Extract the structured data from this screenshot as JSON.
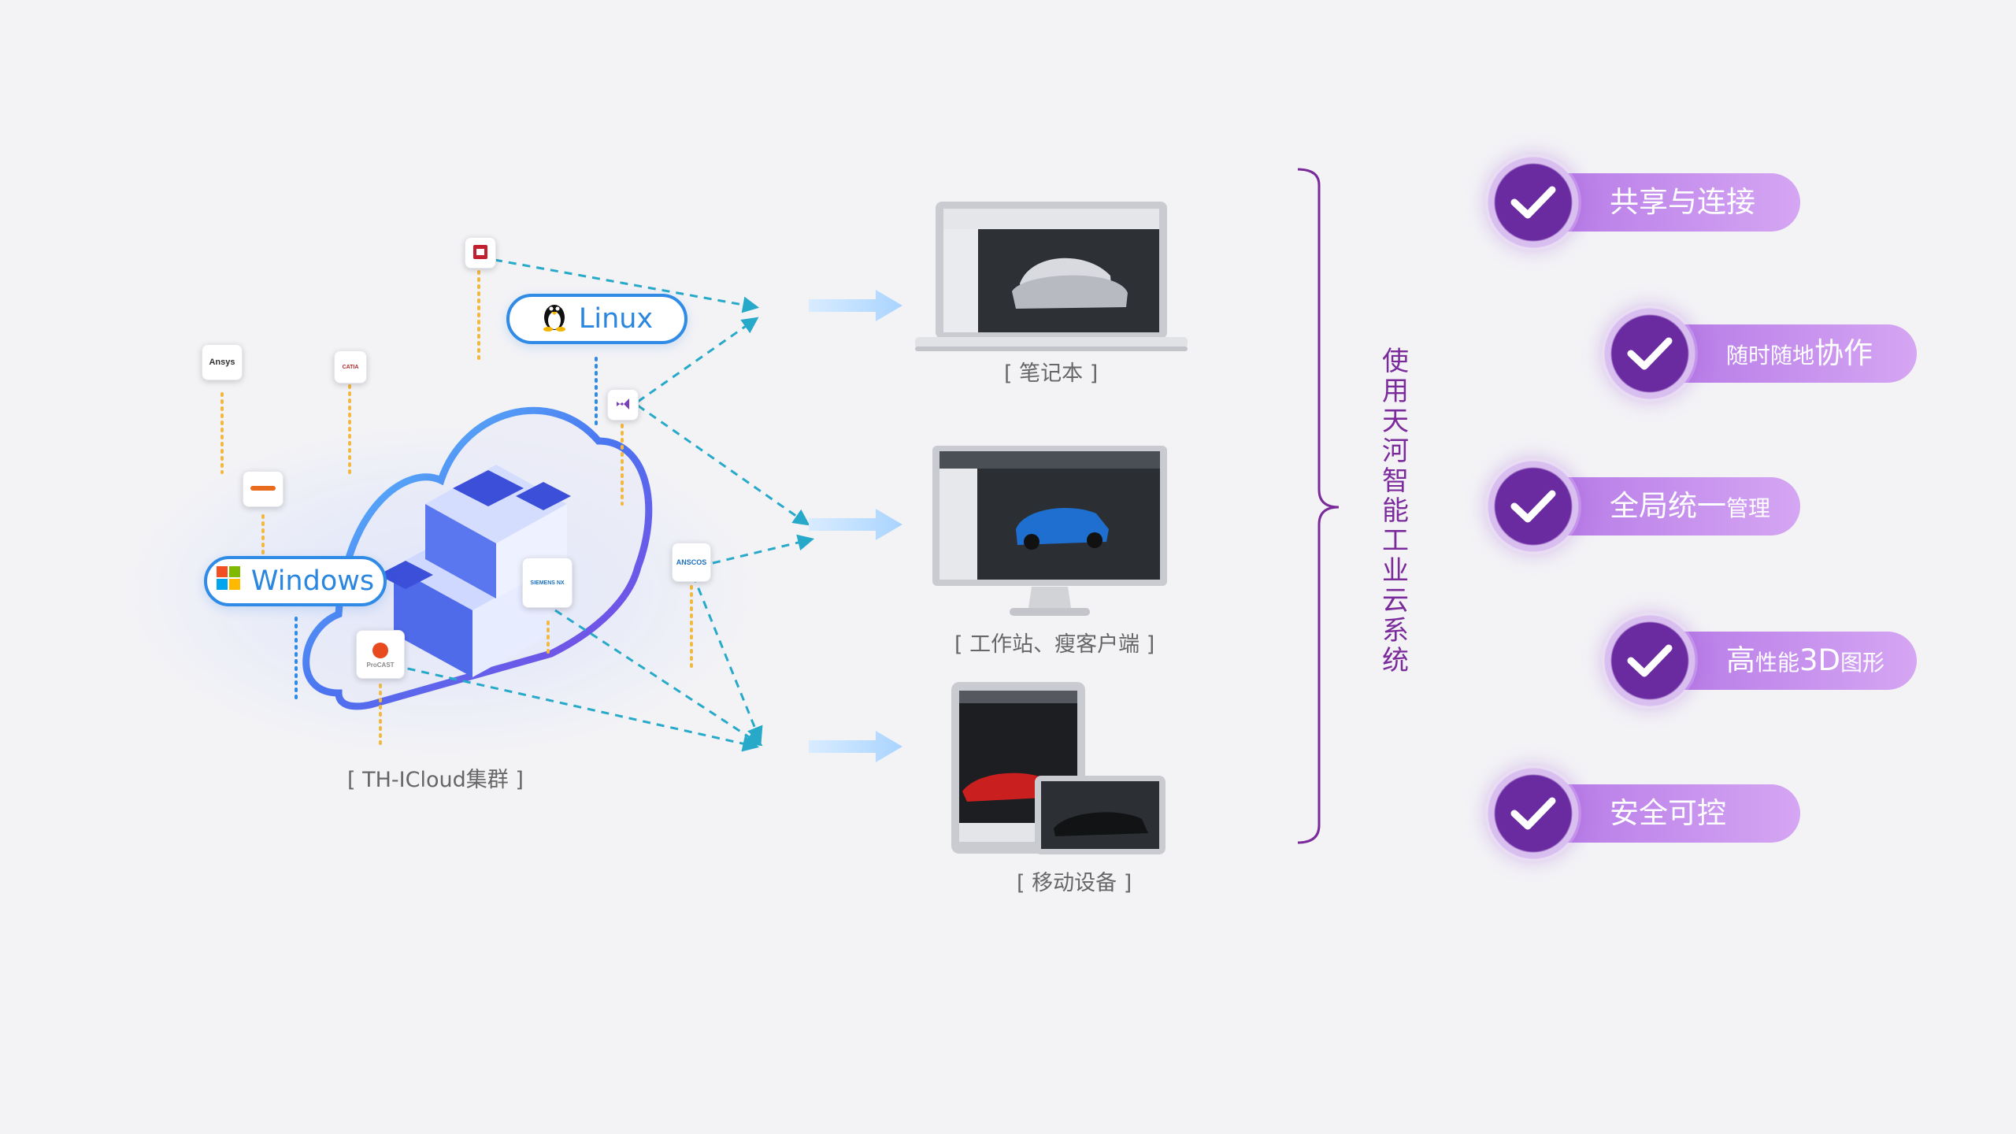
{
  "cluster": {
    "os": {
      "linux": "Linux",
      "windows": "Windows"
    },
    "apps": {
      "ansys": "Ansys",
      "catia": "CATIA",
      "anscos": "ANSCOS",
      "siemens": "SIEMENS NX",
      "procast": "ProCAST"
    },
    "caption": "[ TH-ICloud集群 ]"
  },
  "devices": {
    "laptop": "[ 笔记本 ]",
    "workstation": "[ 工作站、瘦客户端 ]",
    "mobile": "[ 移动设备 ]"
  },
  "system_title": "使用天河智能工业云系统",
  "features": [
    {
      "label": "共享与连接"
    },
    {
      "label_small_a": "随时随地",
      "label_large_b": "协作"
    },
    {
      "label_large_a": "全局统一",
      "label_small_b": "管理"
    },
    {
      "label_large_a": "高",
      "label_small_b": "性能",
      "label_large_c": "3D",
      "label_small_d": "图形"
    },
    {
      "label": "安全可控"
    }
  ],
  "colors": {
    "accent_purple": "#6a2aa0",
    "pill_blue": "#2f8be6",
    "arrow_cyan": "#27a9c9",
    "bar_purple": "#c48cef"
  }
}
